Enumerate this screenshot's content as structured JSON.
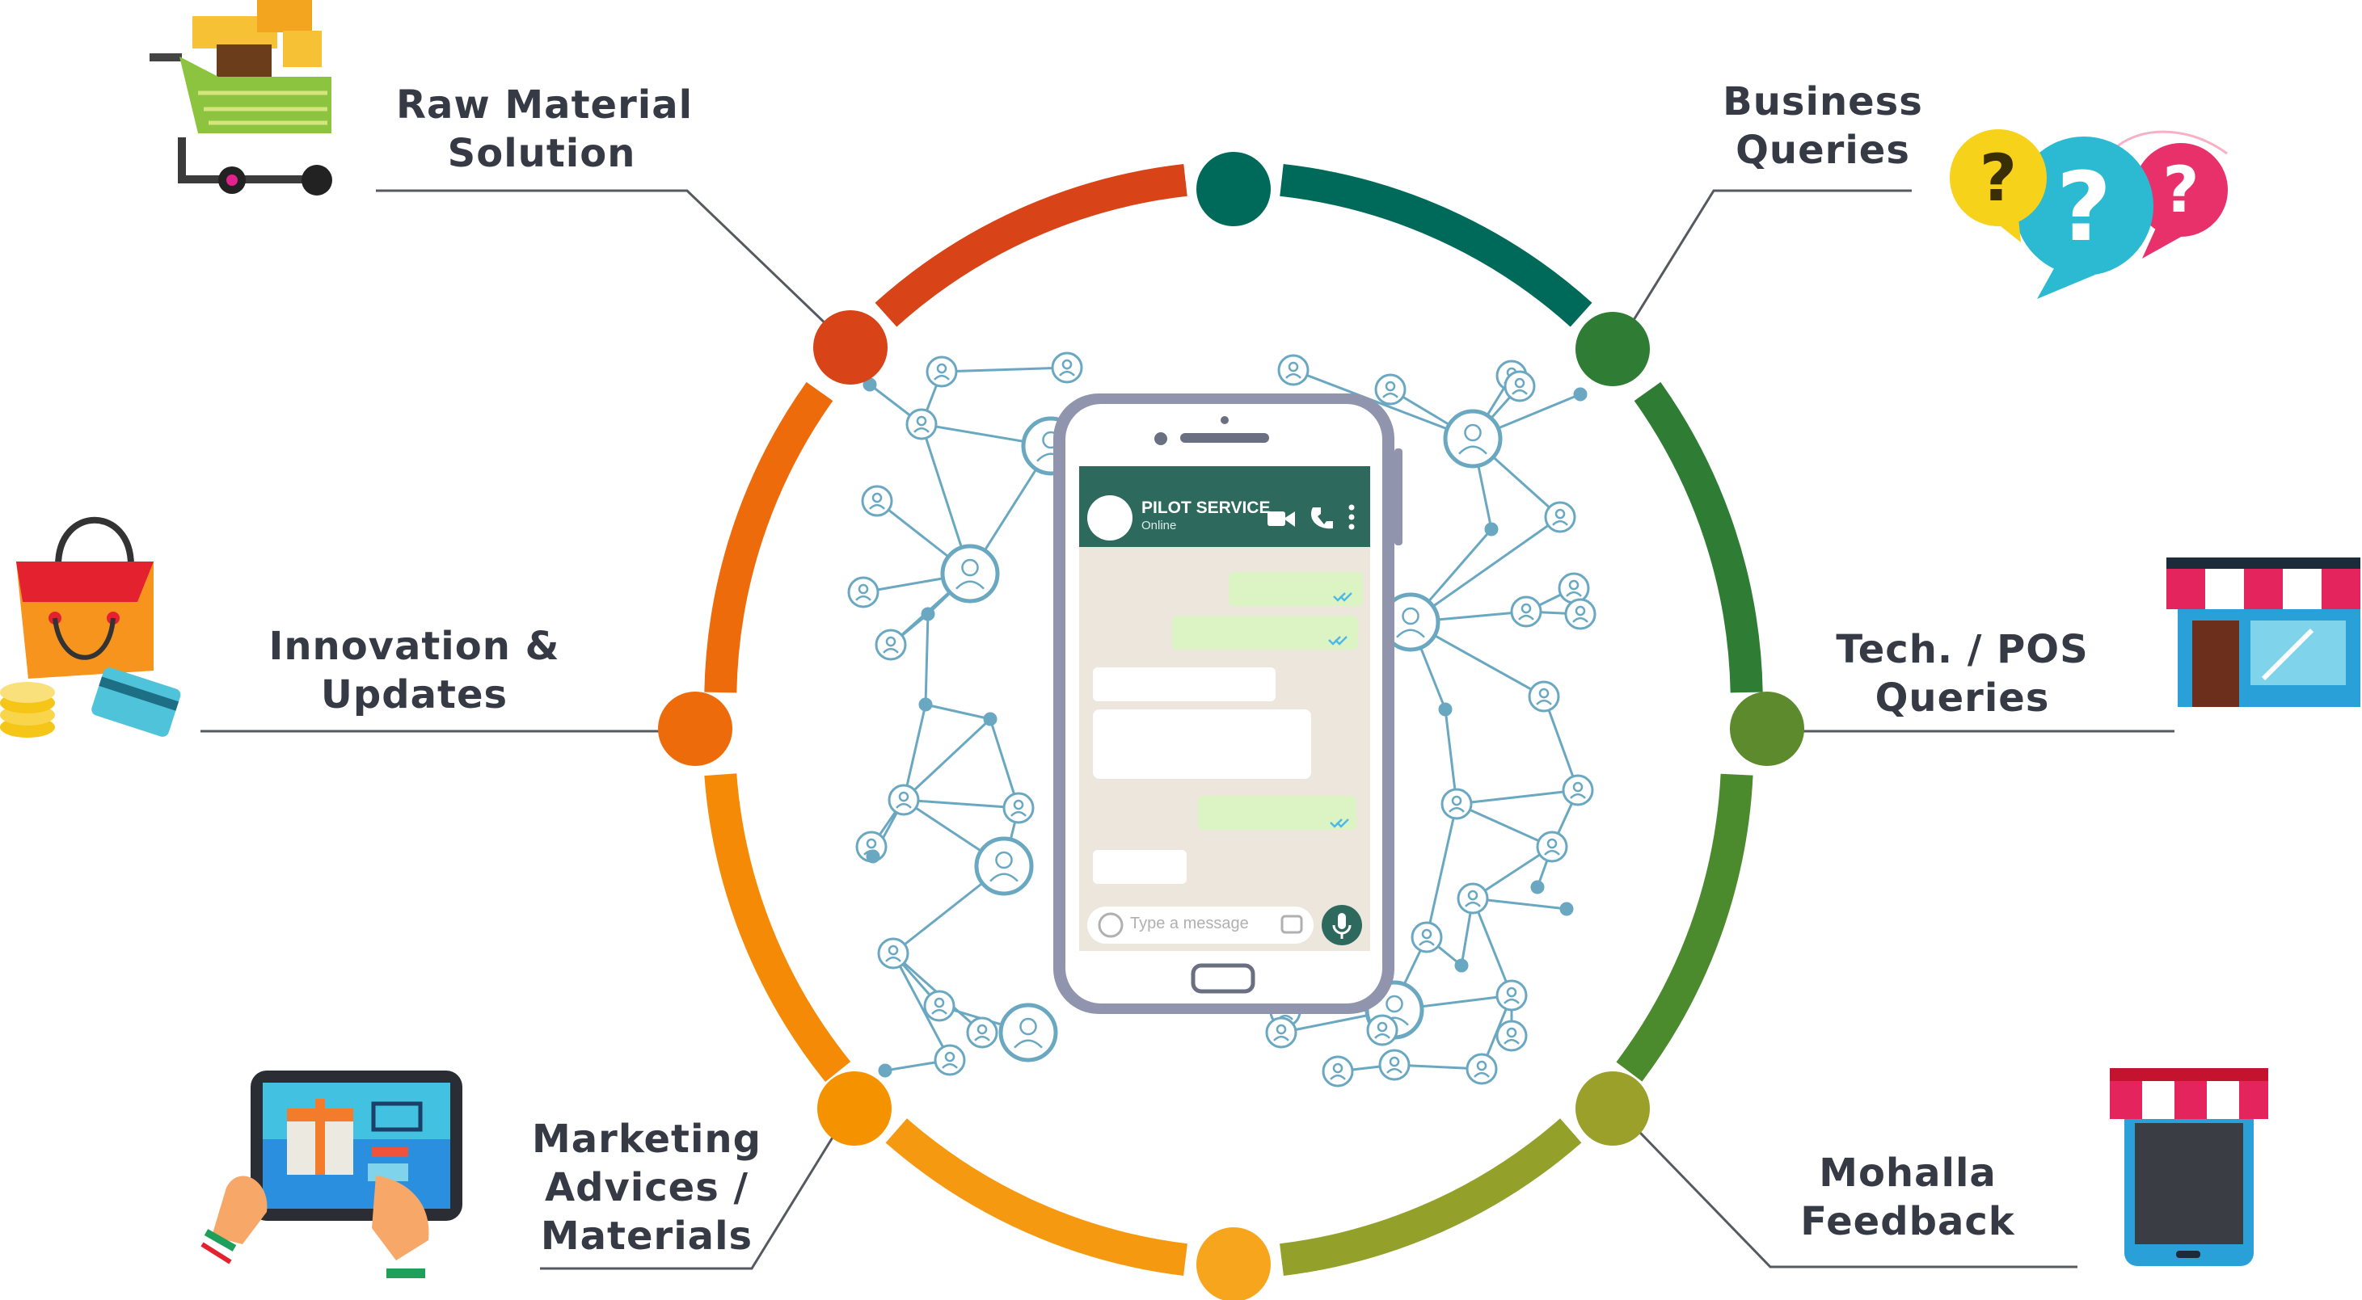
{
  "center_app": {
    "title": "PILOT SERVICE",
    "status": "Online",
    "input_placeholder": "Type a message"
  },
  "items": [
    {
      "id": "raw-material",
      "lines": [
        "Raw Material",
        "Solution"
      ],
      "color": "#d84318"
    },
    {
      "id": "business-queries",
      "lines": [
        "Business",
        "Queries"
      ],
      "color": "#2f7d34"
    },
    {
      "id": "innovation-updates",
      "lines": [
        "Innovation &",
        "Updates"
      ],
      "color": "#ee6b0c"
    },
    {
      "id": "tech-pos",
      "lines": [
        "Tech. / POS",
        "Queries"
      ],
      "color": "#5c8a2c"
    },
    {
      "id": "marketing",
      "lines": [
        "Marketing",
        "Advices /",
        "Materials"
      ],
      "color": "#f59200"
    },
    {
      "id": "mohalla",
      "lines": [
        "Mohalla",
        "Feedback"
      ],
      "color": "#9aa02a"
    }
  ],
  "colors": {
    "top_node": "#006a5a",
    "bottom_node": "#f7a51c",
    "text": "#363a45",
    "chat_header": "#2d6a5d",
    "sent_bubble": "#dcf4c4",
    "network": "#5a9bb5"
  },
  "icons": [
    "shopping-cart-icon",
    "question-bubbles-icon",
    "shopping-bag-icon",
    "storefront-icon",
    "tablet-shopping-icon",
    "mobile-shop-icon",
    "smartphone-icon",
    "people-network-icon"
  ]
}
